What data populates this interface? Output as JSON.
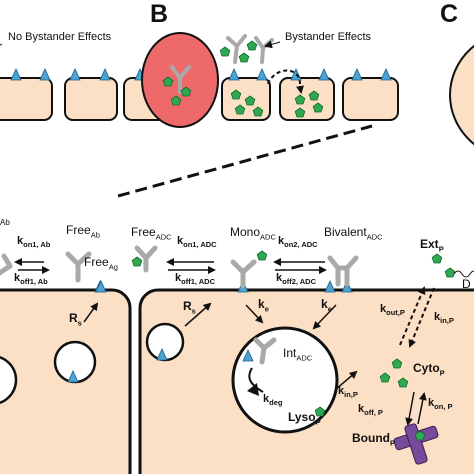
{
  "panels": {
    "b": "B",
    "c": "C"
  },
  "panel_a": {
    "no_bystander": "No Bystander Effects"
  },
  "panel_b": {
    "bystander": "Bystander Effects"
  },
  "species": {
    "free_ab": "Free",
    "free_ab_sub": "Ab",
    "free_ag": "Free",
    "free_ag_sub": "Ag",
    "free_adc": "Free",
    "free_adc_sub": "ADC",
    "mono_adc": "Mono",
    "mono_adc_sub": "ADC",
    "bivalent_adc": "Bivalent",
    "bivalent_adc_sub": "ADC",
    "int_adc": "Int",
    "int_adc_sub": "ADC",
    "ext_p": "Ext",
    "ext_p_sub": "P",
    "cyto_p": "Cyto",
    "cyto_p_sub": "P",
    "lyso_p": "Lyso",
    "lyso_p_sub": "P",
    "bound_p": "Bound",
    "bound_p_sub": "P"
  },
  "rates": {
    "kon1_ab": "k",
    "kon1_ab_sub": "on1, Ab",
    "koff1_ab": "k",
    "koff1_ab_sub": "off1, Ab",
    "kon1_adc": "k",
    "kon1_adc_sub": "on1, ADC",
    "koff1_adc": "k",
    "koff1_adc_sub": "off1, ADC",
    "kon2_adc": "k",
    "kon2_adc_sub": "on2, ADC",
    "koff2_adc": "k",
    "koff2_adc_sub": "off2, ADC",
    "rs_left": "R",
    "rs_left_sub": "s",
    "rs_right": "R",
    "rs_right_sub": "s",
    "ke_1": "k",
    "ke_1_sub": "e",
    "ke_2": "k",
    "ke_2_sub": "e",
    "kdeg": "k",
    "kdeg_sub": "deg",
    "kin_p_lyso": "k",
    "kin_p_lyso_sub": "in,P",
    "kout_p": "k",
    "kout_p_sub": "out,P",
    "kin_p_ext": "k",
    "kin_p_ext_sub": "in,P",
    "koff_p": "k",
    "koff_p_sub": "off, P",
    "kon_p": "k",
    "kon_p_sub": "on, P"
  },
  "cut_off": {
    "ab_left": "Ab",
    "d_right": "D"
  },
  "colors": {
    "cell_fill": "#fbe0c6",
    "dying_cell_fill": "#ee6a6a",
    "receptor": "#4aa3d3",
    "payload": "#2fa84f",
    "antibody": "#a9a9a9",
    "bound_target": "#7a4a9a"
  }
}
